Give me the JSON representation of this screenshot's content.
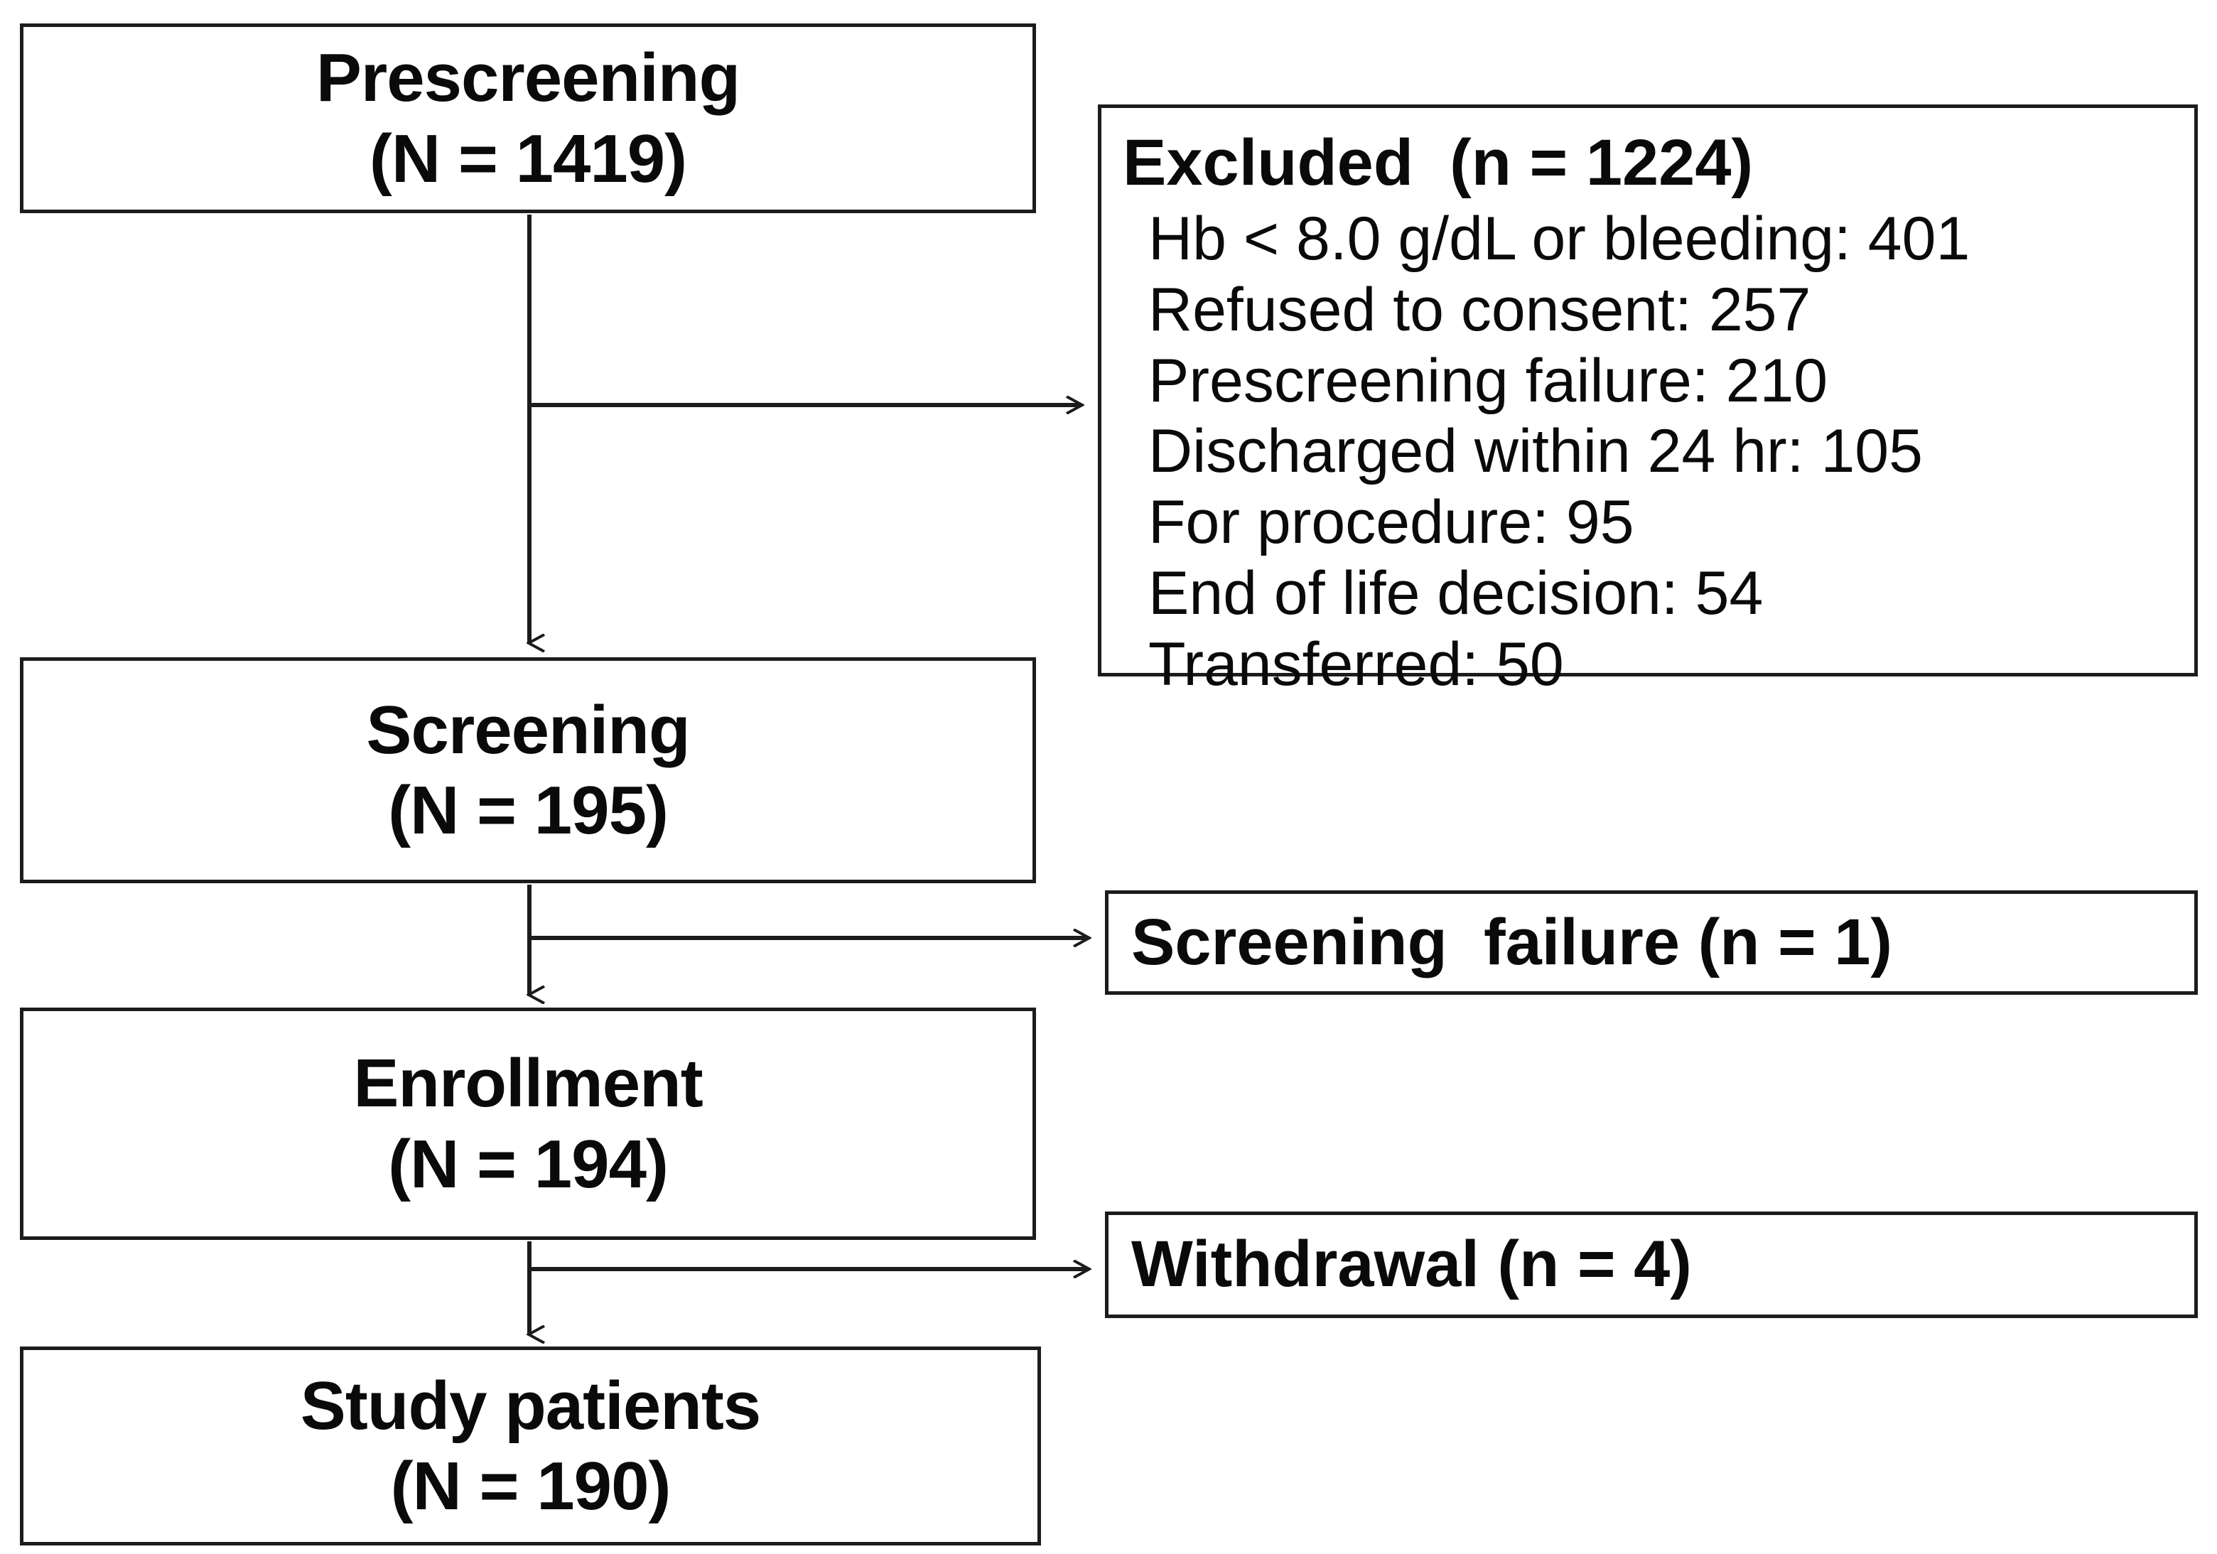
{
  "diagram": {
    "type": "consort-flow-diagram",
    "orientation": "vertical",
    "line_color": "#1c1c1c",
    "box_fill": "#ffffff",
    "text_color": "#0a0a0a"
  },
  "stages": [
    {
      "id": "prescreening",
      "title": "Prescreening",
      "count": "(N = 1419)",
      "n": 1419
    },
    {
      "id": "screening",
      "title": "Screening",
      "count": "(N = 195)",
      "n": 195
    },
    {
      "id": "enrollment",
      "title": "Enrollment",
      "count": "(N = 194)",
      "n": 194
    },
    {
      "id": "study_patients",
      "title": "Study patients",
      "count": "(N = 190)",
      "n": 190
    }
  ],
  "exclusions": {
    "excluded": {
      "heading": "Excluded  (n = 1224)",
      "n": 1224,
      "reasons": [
        {
          "label": "Hb < 8.0 g/dL or bleeding: 401",
          "reason": "Hb < 8.0 g/dL or bleeding",
          "count": 401
        },
        {
          "label": "Refused to consent: 257",
          "reason": "Refused to consent",
          "count": 257
        },
        {
          "label": "Prescreening failure: 210",
          "reason": "Prescreening failure",
          "count": 210
        },
        {
          "label": "Discharged within 24 hr: 105",
          "reason": "Discharged within 24 hr",
          "count": 105
        },
        {
          "label": "For procedure: 95",
          "reason": "For procedure",
          "count": 95
        },
        {
          "label": "End of life decision: 54",
          "reason": "End of life decision",
          "count": 54
        },
        {
          "label": "Transferred: 50",
          "reason": "Transferred",
          "count": 50
        }
      ]
    },
    "screening_failure": {
      "label": "Screening  failure (n = 1)",
      "n": 1
    },
    "withdrawal": {
      "label": "Withdrawal (n = 4)",
      "n": 4
    }
  },
  "connectors": [
    {
      "id": "prescreening-to-screening",
      "kind": "arrow-down"
    },
    {
      "id": "prescreening-to-excluded",
      "kind": "arrow-right"
    },
    {
      "id": "screening-to-enrollment",
      "kind": "arrow-down"
    },
    {
      "id": "screening-to-screening-failure",
      "kind": "arrow-right"
    },
    {
      "id": "enrollment-to-study",
      "kind": "arrow-down"
    },
    {
      "id": "enrollment-to-withdrawal",
      "kind": "arrow-right"
    }
  ]
}
